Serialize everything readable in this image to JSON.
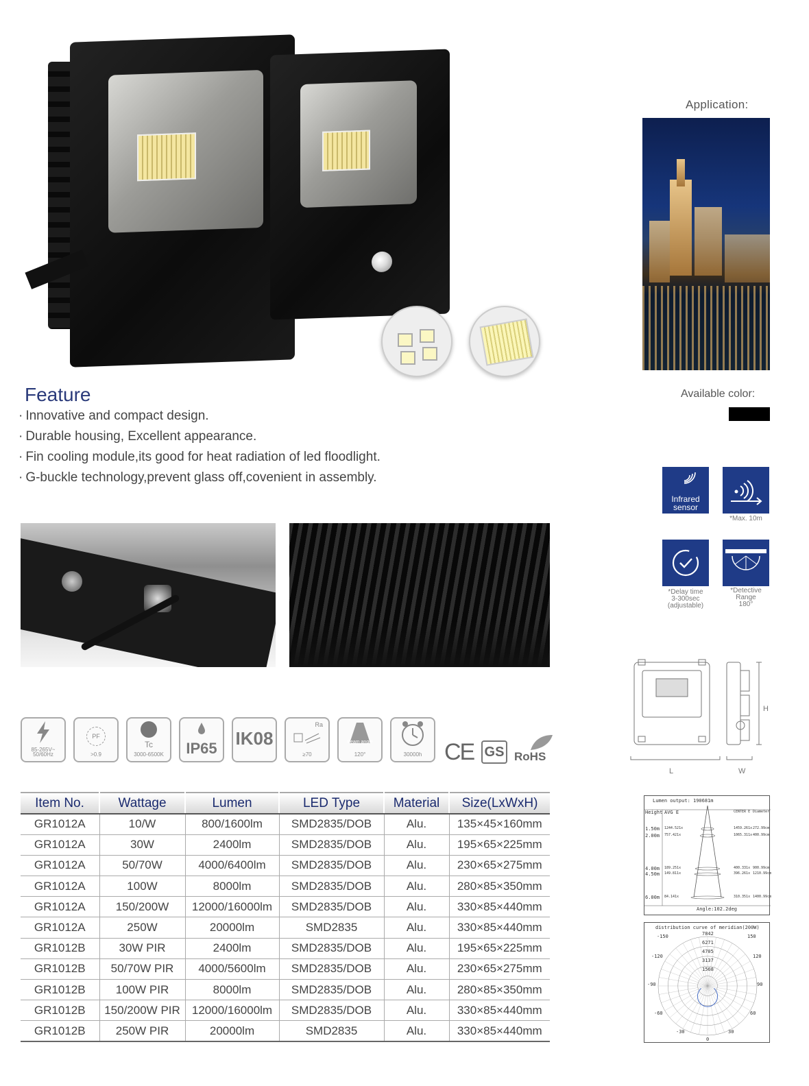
{
  "application": {
    "label": "Application:"
  },
  "available_color": {
    "label": "Available color:",
    "swatch": "#000000"
  },
  "feature": {
    "title": "Feature",
    "items": [
      "Innovative and compact design.",
      "Durable housing, Excellent appearance.",
      "Fin cooling module,its good for heat radiation of led floodlight.",
      "G-buckle technology,prevent glass off,covenient in assembly."
    ]
  },
  "sensor_icons": {
    "infrared": {
      "line1": "Infrared",
      "line2": "sensor"
    },
    "distance": {
      "caption": "*Max. 10m"
    },
    "delay": {
      "caption1": "*Delay time",
      "caption2": "3-300sec",
      "caption3": "(adjustable)"
    },
    "detective": {
      "caption1": "*Detective",
      "caption2": "Range",
      "caption3": "180°"
    }
  },
  "spec_icons": {
    "voltage": {
      "caption1": "85-265V~",
      "caption2": "50/60Hz"
    },
    "pf": {
      "label": "PF",
      "caption": ">0.9"
    },
    "tc": {
      "label": "Tc",
      "caption": "3000-6500K"
    },
    "ip": {
      "label": "IP65"
    },
    "ik": {
      "label": "IK08"
    },
    "ra": {
      "label": "Ra",
      "caption": "≥70"
    },
    "beam": {
      "label": "Beam angle",
      "caption": "120°"
    },
    "life": {
      "caption": "30000h"
    },
    "certs": {
      "ce": "CE",
      "gs": "GS",
      "rohs": "RoHS"
    }
  },
  "table": {
    "headers": [
      "Item  No.",
      "Wattage",
      "Lumen",
      "LED  Type",
      "Material",
      "Size(LxWxH)"
    ],
    "rows": [
      [
        "GR1012A",
        "10/W",
        "800/1600lm",
        "SMD2835/DOB",
        "Alu.",
        "135×45×160mm"
      ],
      [
        "GR1012A",
        "30W",
        "2400lm",
        "SMD2835/DOB",
        "Alu.",
        "195×65×225mm"
      ],
      [
        "GR1012A",
        "50/70W",
        "4000/6400lm",
        "SMD2835/DOB",
        "Alu.",
        "230×65×275mm"
      ],
      [
        "GR1012A",
        "100W",
        "8000lm",
        "SMD2835/DOB",
        "Alu.",
        "280×85×350mm"
      ],
      [
        "GR1012A",
        "150/200W",
        "12000/16000lm",
        "SMD2835/DOB",
        "Alu.",
        "330×85×440mm"
      ],
      [
        "GR1012A",
        "250W",
        "20000lm",
        "SMD2835",
        "Alu.",
        "330×85×440mm"
      ],
      [
        "GR1012B",
        "30W PIR",
        "2400lm",
        "SMD2835/DOB",
        "Alu.",
        "195×65×225mm"
      ],
      [
        "GR1012B",
        "50/70W PIR",
        "4000/5600lm",
        "SMD2835/DOB",
        "Alu.",
        "230×65×275mm"
      ],
      [
        "GR1012B",
        "100W PIR",
        "8000lm",
        "SMD2835/DOB",
        "Alu.",
        "280×85×350mm"
      ],
      [
        "GR1012B",
        "150/200W PIR",
        "12000/16000lm",
        "SMD2835/DOB",
        "Alu.",
        "330×85×440mm"
      ],
      [
        "GR1012B",
        "250W PIR",
        "20000lm",
        "SMD2835",
        "Alu.",
        "330×85×440mm"
      ]
    ]
  },
  "dimension_diagram": {
    "l": "L",
    "w": "W",
    "h": "H"
  },
  "lumen_diagram": {
    "title": "Lumen output: 190681m",
    "height_label": "Height",
    "avg_label": "AVG E",
    "center_label": "CENTER E",
    "diameter_label": "Diameter",
    "heights": [
      "1.50m",
      "2.00m",
      "4.00m",
      "4.50m",
      "6.00m"
    ],
    "avg": [
      "1244.521x",
      "757.421x",
      "189.251x",
      "149.811x",
      "84.141x"
    ],
    "center": [
      "1459.261x",
      "1065.311x",
      "400.331x",
      "396.261x",
      "310.351x"
    ],
    "diameter": [
      "272.99cm",
      "400.99cm",
      "900.99cm",
      "1210.99cm",
      "1400.99cm"
    ],
    "angle": "Angle:102.2deg"
  },
  "polar_diagram": {
    "title": "distribution curve of meridian(200W)",
    "radial": [
      "7842",
      "6271",
      "4705",
      "3137",
      "1568"
    ],
    "angles_left": [
      "-150",
      "-120",
      "-90",
      "-60",
      "-30"
    ],
    "angles_right": [
      "150",
      "120",
      "90",
      "60",
      "30"
    ],
    "bottom": "0"
  }
}
